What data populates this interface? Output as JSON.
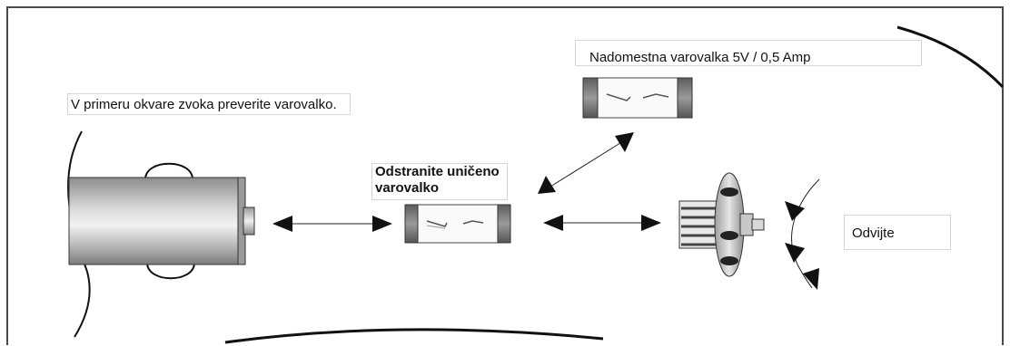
{
  "labels": {
    "intro": "V primeru okvare zvoka preverite varovalko.",
    "replacement_fuse": "Nadomestna varovalka 5V / 0,5 Amp",
    "remove_fuse": "Odstranite uničeno varovalko",
    "unscrew": "Odvijte"
  },
  "colors": {
    "frame": "#4a4a4a",
    "line": "#111111",
    "plug_body": "#bdbdbd",
    "fuse_cap": "#6e6e6e",
    "label_border": "#d6d6d6"
  }
}
